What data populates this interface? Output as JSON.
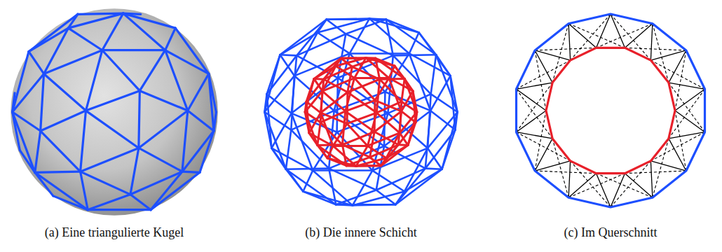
{
  "diagram": {
    "labels": [
      "(a) Eine triangulierte Kugel",
      "(b) Die innere Schicht",
      "(c) Im Querschnitt"
    ]
  }
}
